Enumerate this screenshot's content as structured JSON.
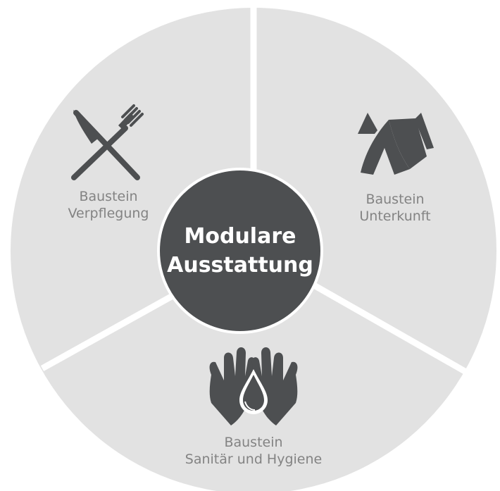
{
  "center": {
    "line1": "Modulare",
    "line2": "Ausstattung"
  },
  "segments": [
    {
      "icon": "fork-knife-icon",
      "line1": "Baustein",
      "line2": "Verpflegung"
    },
    {
      "icon": "tent-icon",
      "line1": "Baustein",
      "line2": "Unterkunft"
    },
    {
      "icon": "hands-water-drop-icon",
      "line1": "Baustein",
      "line2": "Sanitär und Hygiene"
    }
  ],
  "colors": {
    "segment": "#e2e2e2",
    "divider": "#ffffff",
    "center": "#4d4f51",
    "icon": "#4d4f51",
    "label": "#838383"
  }
}
